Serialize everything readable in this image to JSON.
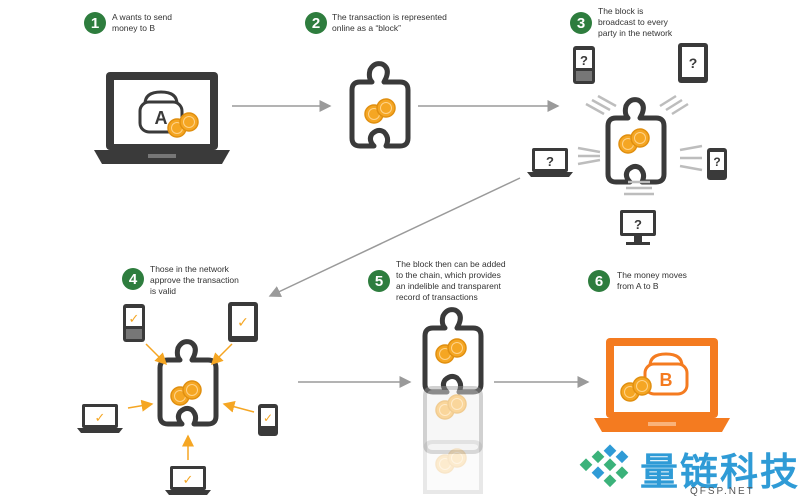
{
  "steps": [
    {
      "num": "1",
      "text": "A wants to send\nmoney to B"
    },
    {
      "num": "2",
      "text": "The transaction is represented\nonline as a “block”"
    },
    {
      "num": "3",
      "text": "The block is\nbroadcast to every\nparty in the network"
    },
    {
      "num": "4",
      "text": "Those in the network\napprove the transaction\nis valid"
    },
    {
      "num": "5",
      "text": "The block then can be added\nto the chain, which provides\nan indelible and transparent\nrecord of transactions"
    },
    {
      "num": "6",
      "text": "The money moves\nfrom A to B"
    }
  ],
  "wallet_a_letter": "A",
  "wallet_b_letter": "B",
  "unknown_mark": "?",
  "approve_mark": "✓",
  "brand": {
    "cn": "量链科技",
    "en": "QFSP.NET"
  },
  "colors": {
    "step_green": "#2e7d3e",
    "device_dark": "#3a3a3a",
    "coin_orange": "#f5a623",
    "laptop_b_orange": "#f47b20",
    "arrow_gray": "#9a9a9a",
    "brand_blue": "#2f9bd6",
    "brand_green": "#3bb27a"
  },
  "icons": [
    "laptop-icon",
    "wallet-icon",
    "coin-icon",
    "puzzle-piece-icon",
    "phone-icon",
    "tablet-icon",
    "monitor-icon",
    "checkmark-icon",
    "arrow-icon",
    "brand-logo-icon"
  ]
}
